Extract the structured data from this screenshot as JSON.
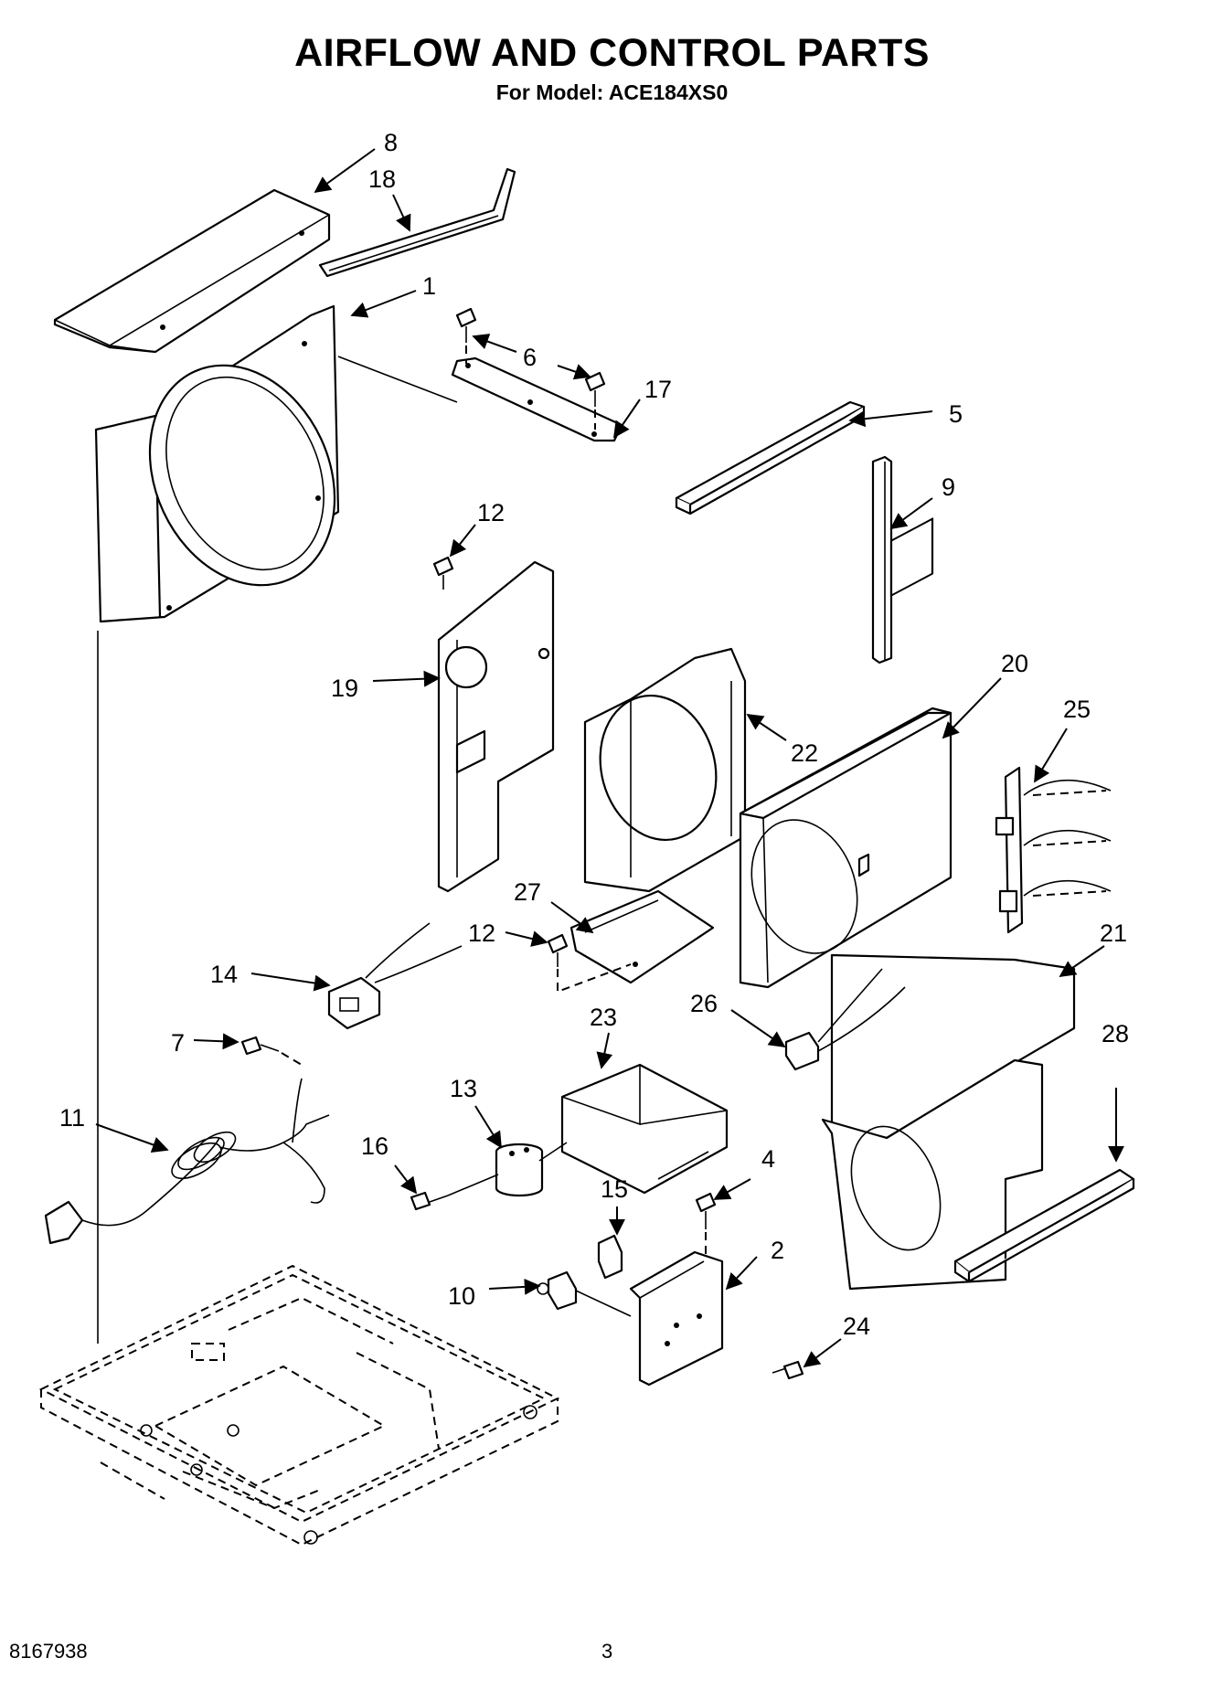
{
  "header": {
    "title": "AIRFLOW AND CONTROL PARTS",
    "subtitle": "For Model: ACE184XS0"
  },
  "footer": {
    "doc_number": "8167938",
    "page_number": "3"
  },
  "callouts": [
    "1",
    "2",
    "4",
    "5",
    "6",
    "7",
    "8",
    "9",
    "10",
    "11",
    "12",
    "13",
    "14",
    "15",
    "16",
    "17",
    "18",
    "19",
    "20",
    "21",
    "22",
    "23",
    "24",
    "25",
    "26",
    "27",
    "28"
  ]
}
